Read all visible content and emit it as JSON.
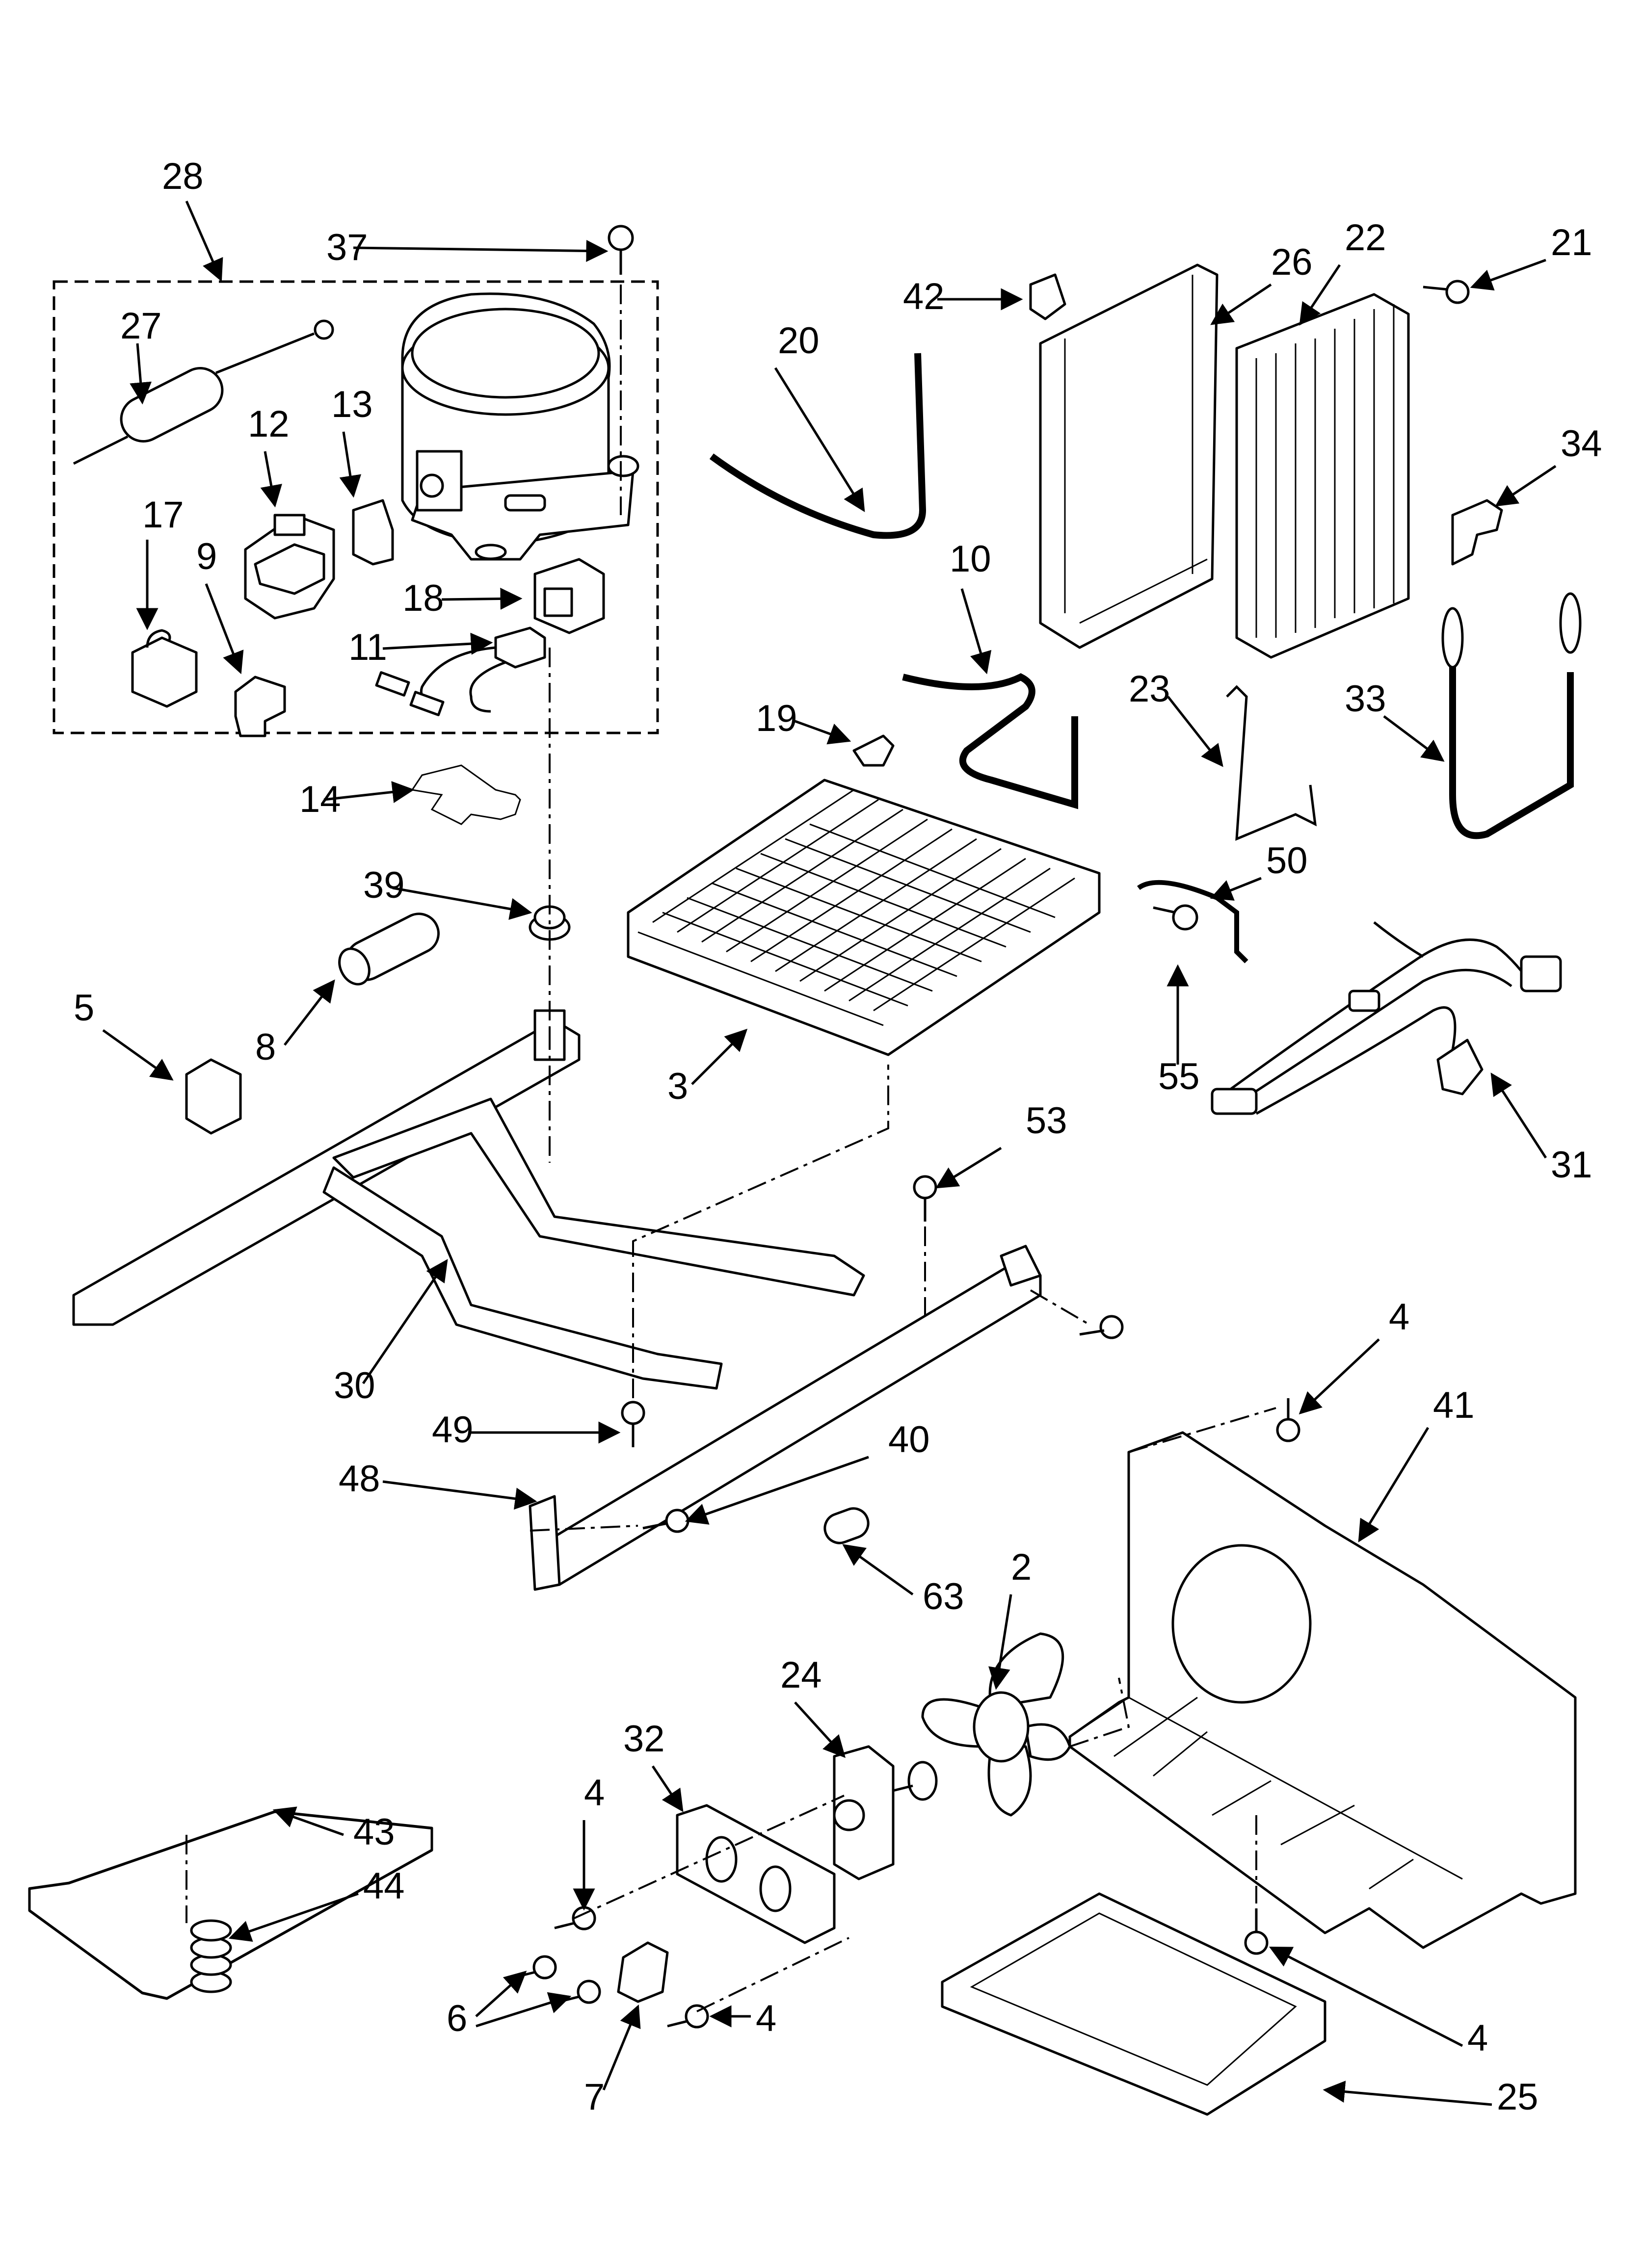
{
  "diagram": {
    "callouts": [
      "28",
      "37",
      "27",
      "12",
      "13",
      "17",
      "9",
      "18",
      "11",
      "14",
      "39",
      "8",
      "5",
      "30",
      "49",
      "48",
      "40",
      "53",
      "20",
      "42",
      "26",
      "22",
      "21",
      "34",
      "10",
      "19",
      "23",
      "33",
      "3",
      "50",
      "55",
      "31",
      "4",
      "41",
      "63",
      "2",
      "24",
      "32",
      "43",
      "44",
      "6",
      "7",
      "25"
    ]
  }
}
